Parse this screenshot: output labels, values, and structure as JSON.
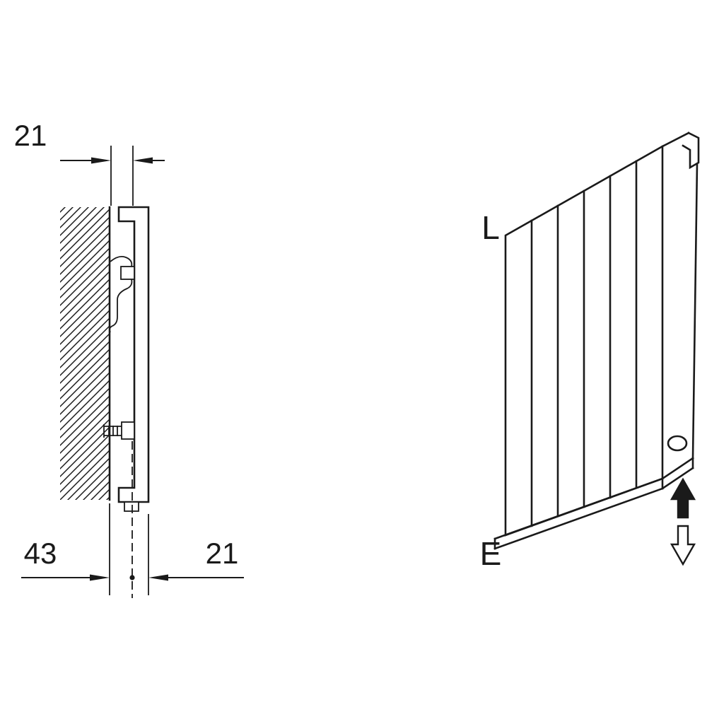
{
  "page": {
    "background_color": "#ffffff",
    "line_color": "#1a1a1a",
    "description": "Technical installation drawing of a wall-mounted flat panel radiator: side section with mounting dimensions and perspective view"
  },
  "left_view": {
    "name": "side-section-view",
    "dim_top": "21",
    "dim_bottom_left": "43",
    "dim_bottom_right": "21",
    "icons": [
      "wall-hatching",
      "mounting-bracket",
      "fixing-bolt",
      "center-line",
      "dimension-arrows"
    ]
  },
  "right_view": {
    "name": "radiator-perspective-view",
    "label_top": "L",
    "label_bottom": "E",
    "icons": [
      "top-hanger-hook",
      "pipe-connection-hole",
      "adjust-arrow-up",
      "adjust-arrow-down"
    ]
  }
}
